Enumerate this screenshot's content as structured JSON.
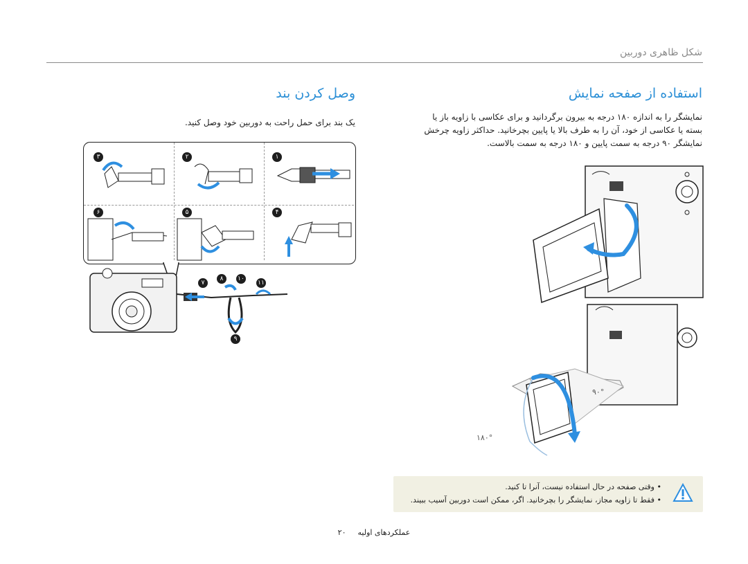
{
  "header": {
    "breadcrumb": "شکل ظاهری دوربین"
  },
  "right_section": {
    "title": "استفاده از صفحه نمایش",
    "body_lines": [
      "نمایشگر را به اندازه ۱۸۰ درجه به بیرون برگردانید و برای عکاسی با زاویه باز یا",
      "بسته یا عکاسی از خود، آن را به طرف بالا یا پایین بچرخانید. حداکثر زاویه چرخش",
      "نمایشگر ۹۰ درجه به سمت پایین و ۱۸۰ درجه به سمت بالاست."
    ],
    "angle_90": "۹۰°",
    "angle_180": "۱۸۰°"
  },
  "left_section": {
    "title": "وصل کردن بند",
    "body": "یک بند برای حمل راحت به دوربین خود وصل کنید.",
    "steps_top": [
      "۱",
      "۲",
      "۳"
    ],
    "steps_mid": [
      "۴",
      "۵",
      "۶"
    ],
    "steps_bottom": [
      "۷",
      "۸",
      "۱۰",
      "۱۱",
      "۹"
    ]
  },
  "note": {
    "lines": [
      "وقتی صفحه در حال استفاده نیست، آنرا تا کنید.",
      "فقط تا زاویه مجاز، نمایشگر را بچرخانید. اگر، ممکن است دوربین آسیب ببیند."
    ],
    "icon": "warning-icon"
  },
  "footer": {
    "label": "عملکردهای اولیه",
    "page_number": "۲۰"
  },
  "colors": {
    "accent": "#2b8fd6",
    "note_bg": "#f1f0e3",
    "arrow_blue": "#2e8fe0"
  }
}
